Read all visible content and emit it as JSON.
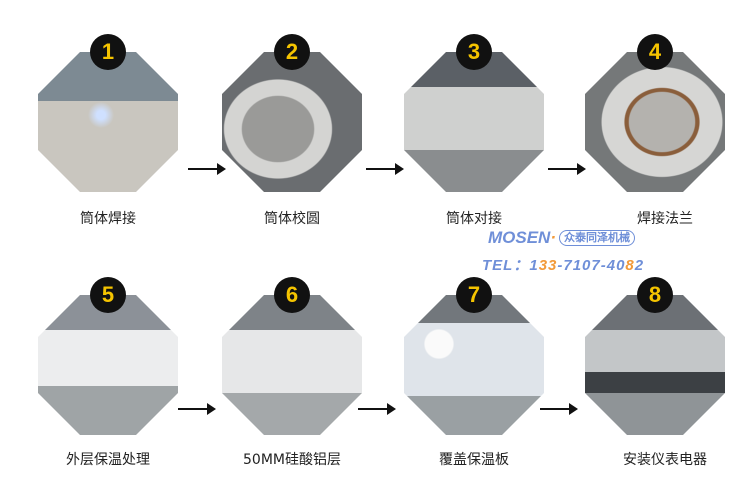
{
  "steps": [
    {
      "number": "1",
      "label": "筒体焊接"
    },
    {
      "number": "2",
      "label": "筒体校圆"
    },
    {
      "number": "3",
      "label": "筒体对接"
    },
    {
      "number": "4",
      "label": "焊接法兰"
    },
    {
      "number": "5",
      "label": "外层保温处理"
    },
    {
      "number": "6",
      "label": "50MM硅酸铝层"
    },
    {
      "number": "7",
      "label": "覆盖保温板"
    },
    {
      "number": "8",
      "label": "安装仪表电器"
    }
  ],
  "brand": {
    "name": "MOSEN",
    "separator": "·",
    "cn_name": "众泰同泽机械",
    "tel_prefix": "TEL：1",
    "tel_hl1": "33",
    "tel_mid": "-7107-40",
    "tel_hl2": "8",
    "tel_end": "2"
  }
}
